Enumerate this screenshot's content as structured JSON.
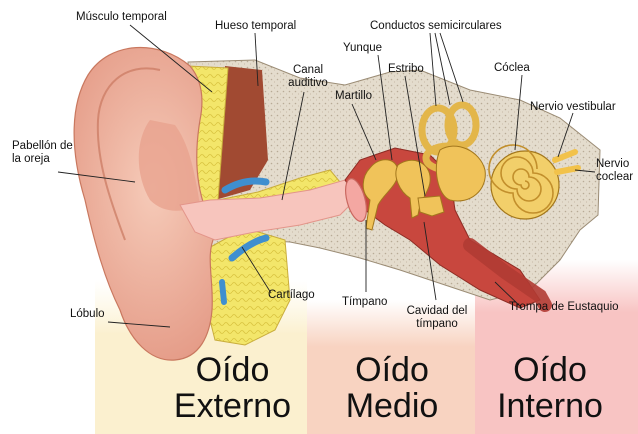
{
  "labels": {
    "musculo_temporal": "Músculo temporal",
    "hueso_temporal": "Hueso temporal",
    "conductos_semicirculares": "Conductos semicirculares",
    "yunque": "Yunque",
    "canal_auditivo": [
      "Canal",
      "auditivo"
    ],
    "martillo": "Martillo",
    "estribo": "Estribo",
    "coclea": "Cóclea",
    "nervio_vestibular": "Nervio vestibular",
    "pabellon_oreja": [
      "Pabellón de",
      "la oreja"
    ],
    "nervio_coclear": [
      "Nervio",
      "coclear"
    ],
    "cartilago": "Cartílago",
    "timpano": "Tímpano",
    "cavidad_timpano": [
      "Cavidad del",
      "tímpano"
    ],
    "trompa_eustaquio": "Trompa de Eustaquio",
    "lobulo": "Lóbulo"
  },
  "zones": {
    "externo": [
      "Oído",
      "Externo"
    ],
    "medio": [
      "Oído",
      "Medio"
    ],
    "interno": [
      "Oído",
      "Interno"
    ]
  },
  "colors": {
    "zone_externo": "#fbf0cf",
    "zone_medio": "#f8d3c1",
    "zone_interno": "#f8c4c3",
    "skin": "#f2b9a4",
    "bone": "#e6ddce",
    "fat": "#f3e66a",
    "canal": "#f7c5bd",
    "cavity": "#c8473e",
    "ossicle": "#f0c35a",
    "cochlea": "#f2cf6a"
  }
}
